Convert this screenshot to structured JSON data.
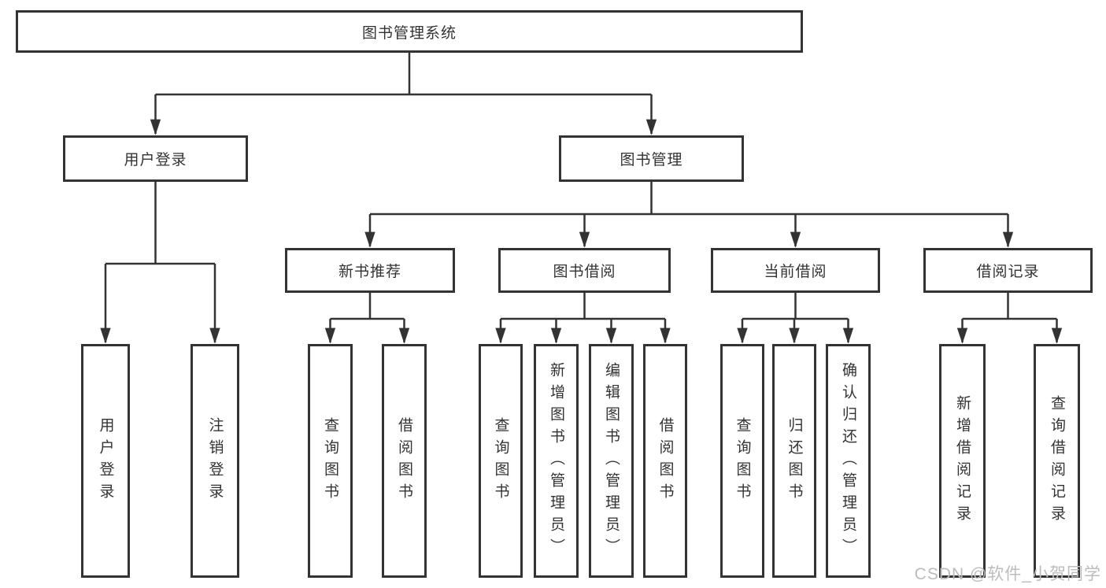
{
  "diagram": {
    "title": "图书管理系统",
    "root": {
      "label": "图书管理系统"
    },
    "level2": [
      {
        "label": "用户登录"
      },
      {
        "label": "图书管理"
      }
    ],
    "level3": [
      {
        "label": "新书推荐"
      },
      {
        "label": "图书借阅"
      },
      {
        "label": "当前借阅"
      },
      {
        "label": "借阅记录"
      }
    ],
    "leaves": {
      "user_login": [
        {
          "label": "用户登录"
        },
        {
          "label": "注销登录"
        }
      ],
      "new_book_recommend": [
        {
          "label": "查询图书"
        },
        {
          "label": "借阅图书"
        }
      ],
      "book_borrow": [
        {
          "label": "查询图书"
        },
        {
          "label": "新增图书（管理员）"
        },
        {
          "label": "编辑图书（管理员）"
        },
        {
          "label": "借阅图书"
        }
      ],
      "current_borrow": [
        {
          "label": "查询图书"
        },
        {
          "label": "归还图书"
        },
        {
          "label": "确认归还（管理员）"
        }
      ],
      "borrow_records": [
        {
          "label": "新增借阅记录"
        },
        {
          "label": "查询借阅记录"
        }
      ]
    }
  },
  "watermark": {
    "text": "CSDN @软件_小贺同学"
  },
  "colors": {
    "line": "#333333",
    "text": "#333333",
    "background": "#ffffff",
    "watermark": "#bcbcbc"
  }
}
